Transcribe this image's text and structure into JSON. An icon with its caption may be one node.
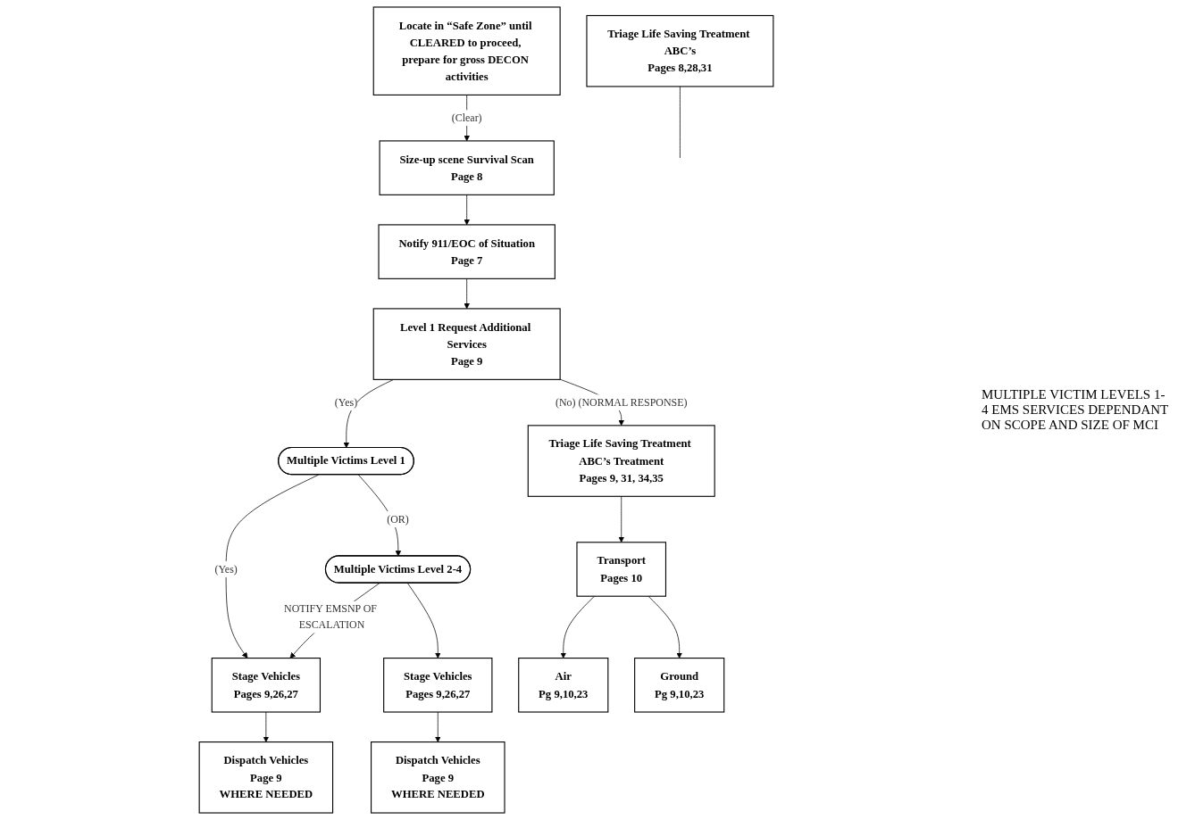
{
  "diagram": {
    "nodes": [
      {
        "text": [
          "Notify 911/EOC of Situation",
          "Page 7"
        ]
      },
      {
        "text": [
          "Size-up scene Survival Scan",
          "Page 8"
        ]
      },
      {
        "text": [
          "Locate in “Safe Zone” until CLEARED to proceed, prepare for gross DECON activities"
        ]
      },
      {
        "text": [
          "Level 1 Request Additional Services",
          "Page 9"
        ]
      },
      {
        "text": [
          "Multiple Victims Level 1"
        ]
      },
      {
        "text": [
          "Multiple Victims Level 2-4"
        ]
      },
      {
        "text": [
          "Triage Life Saving Treatment ABC’s Treatment",
          "Pages 9, 31, 34,35"
        ]
      },
      {
        "text": [
          "Stage Vehicles",
          "Pages 9,26,27"
        ]
      },
      {
        "text": [
          "Stage Vehicles",
          "Pages 9,26,27"
        ]
      },
      {
        "text": [
          "Dispatch Vehicles",
          "Page 9",
          "WHERE NEEDED"
        ]
      },
      {
        "text": [
          "Dispatch Vehicles",
          "Page 9",
          "WHERE NEEDED"
        ]
      },
      {
        "text": [
          "Transport",
          "Pages 10"
        ]
      },
      {
        "text": [
          "Triage Life Saving Treatment ABC’s",
          "Pages 8,28,31"
        ]
      },
      {
        "text": [
          "Air",
          "Pg 9,10,23"
        ]
      },
      {
        "text": [
          "Ground",
          "Pg 9,10,23"
        ]
      }
    ],
    "edges": [
      {
        "from": 2,
        "to": 1,
        "arrow": "to",
        "label": "(Clear)"
      },
      {
        "from": 1,
        "to": 0,
        "arrow": "to"
      },
      {
        "from": 0,
        "to": 3,
        "arrow": "to"
      },
      {
        "from": 3,
        "to": 4,
        "arrow": "to",
        "label": "(Yes)"
      },
      {
        "from": 4,
        "to": 5,
        "arrow": "to",
        "label": "(OR)"
      },
      {
        "from": 3,
        "to": 6,
        "arrow": "to",
        "label": "(No) (NORMAL RESPONSE)"
      },
      {
        "from": 4,
        "to": 7,
        "arrow": "to",
        "label": "(Yes)"
      },
      {
        "from": 5,
        "to": 7,
        "arrow": "to",
        "label": "NOTIFY EMSNP OF ESCALATION"
      },
      {
        "from": 5,
        "to": 8,
        "arrow": "to"
      },
      {
        "from": 7,
        "to": 9,
        "arrow": "to"
      },
      {
        "from": 8,
        "to": 10,
        "arrow": "to"
      },
      {
        "from": 6,
        "to": 11,
        "arrow": "to"
      },
      {
        "from": 11,
        "to": 13,
        "arrow": "to"
      },
      {
        "from": 11,
        "to": 14,
        "arrow": "to"
      },
      {
        "from": 12,
        "to": null,
        "arrow": "none"
      }
    ],
    "labels": [
      "MULTIPLE VICTIM LEVELS 1-4 EMS SERVICES DEPENDANT ON SCOPE AND SIZE OF MCI"
    ]
  }
}
